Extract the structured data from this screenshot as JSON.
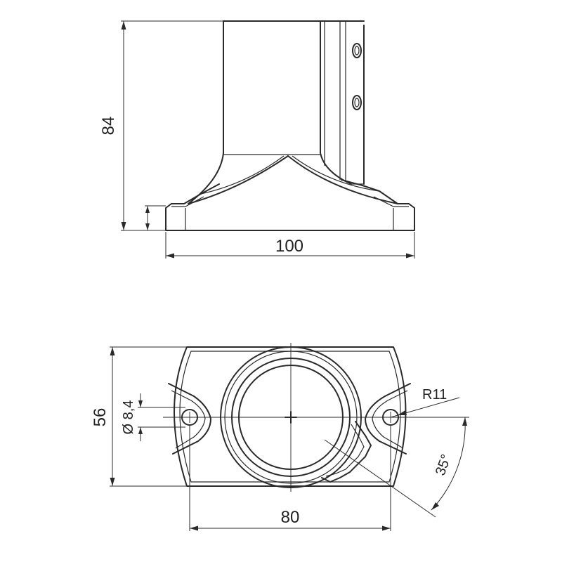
{
  "views": {
    "side": {
      "height_label": "84",
      "width_label": "100"
    },
    "top": {
      "depth_label": "56",
      "hole_spacing_label": "80",
      "hole_diameter_label": "Ø 8,4",
      "radius_label": "R11",
      "angle_label": "35°"
    }
  }
}
